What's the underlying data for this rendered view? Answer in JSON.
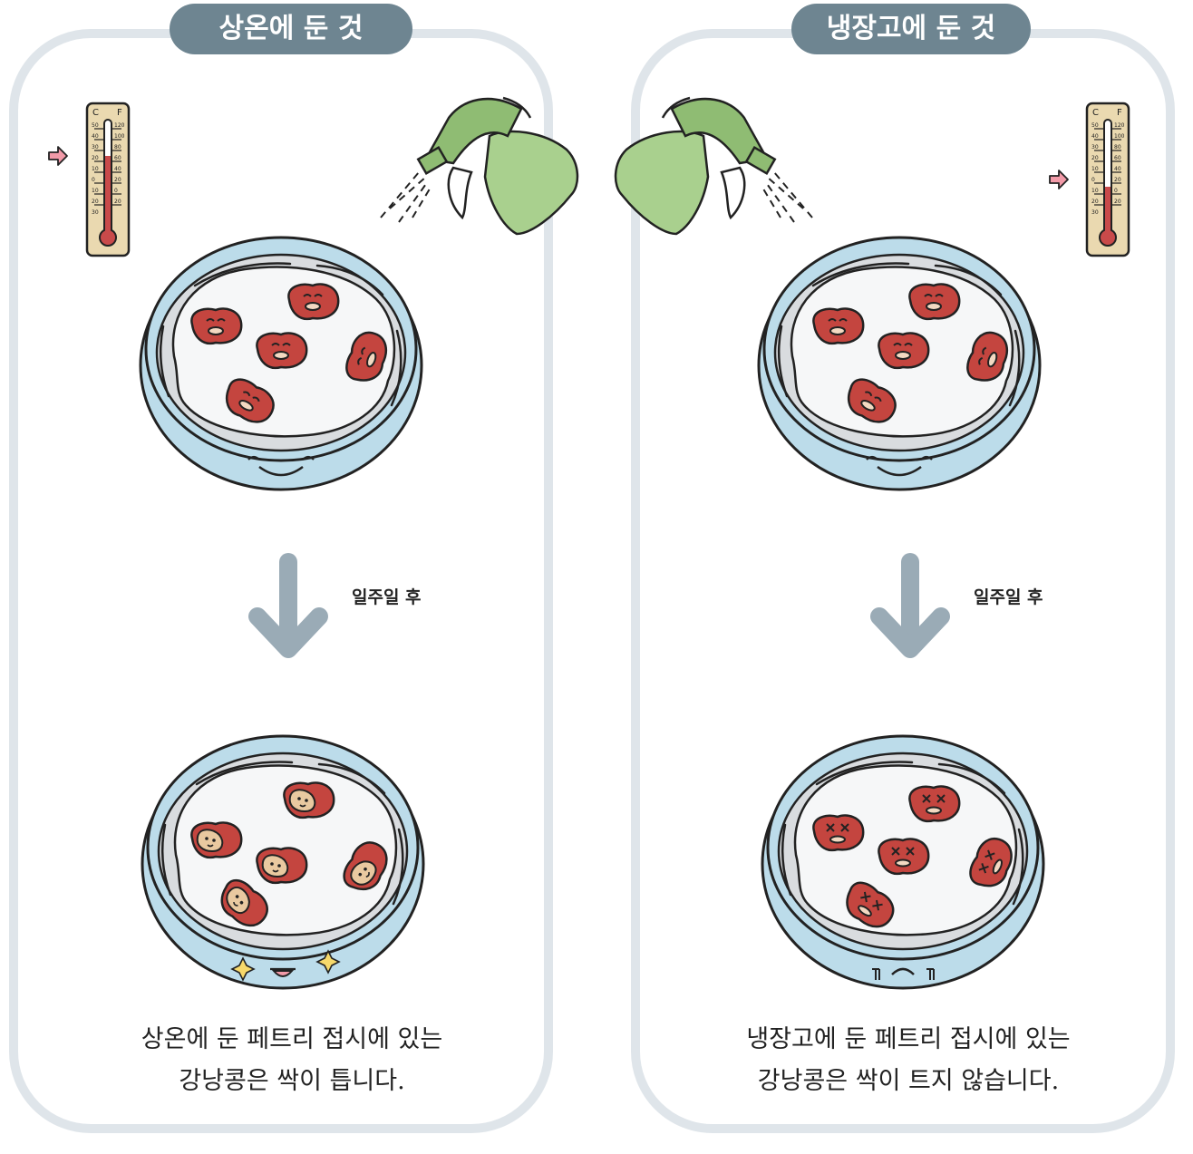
{
  "left": {
    "title": "상온에 둔 것",
    "interval_label": "일주일 후",
    "caption_line1": "상온에 둔 페트리 접시에 있는",
    "caption_line2": "강낭콩은 싹이 틉니다."
  },
  "right": {
    "title": "냉장고에 둔 것",
    "interval_label": "일주일 후",
    "caption_line1": "냉장고에 둔 페트리 접시에 있는",
    "caption_line2": "강낭콩은 싹이 트지 않습니다."
  },
  "thermometer": {
    "unit_c": "C",
    "unit_f": "F",
    "celsius_ticks": [
      "50",
      "40",
      "30",
      "20",
      "10",
      "0",
      "10",
      "20",
      "30"
    ],
    "fahrenheit_ticks": [
      "120",
      "100",
      "80",
      "60",
      "40",
      "20",
      "0",
      "20"
    ]
  },
  "colors": {
    "panel_border": "#dfe5ea",
    "pill": "#6e8591",
    "arrow": "#9aabb6",
    "dish": "#bcdcea",
    "bean": "#c4453f",
    "sprout": "#e9c9a0",
    "sprayer": "#a9d08e",
    "indicator_arrow": "#f29aa8"
  },
  "icons": {
    "thermometer": "thermometer-icon",
    "sprayer": "spray-bottle-icon",
    "arrow": "arrow-down-icon",
    "dish": "petri-dish-icon"
  }
}
